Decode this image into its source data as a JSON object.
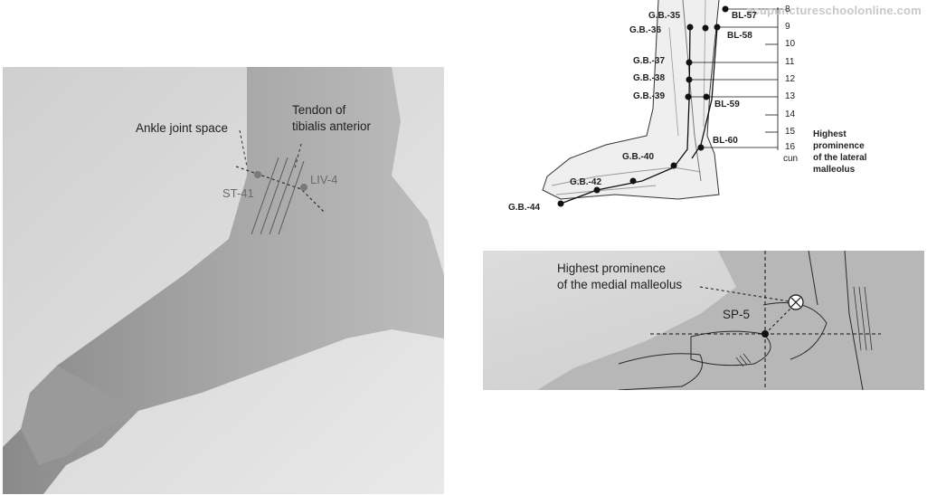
{
  "watermark": "acupunctureschoolonline.com",
  "left_photo": {
    "ankle_joint_label": "Ankle joint space",
    "tendon_label_line1": "Tendon of",
    "tendon_label_line2": "tibialis anterior",
    "point_st41": "ST-41",
    "point_liv4": "LIV-4"
  },
  "top_diagram": {
    "points_left": [
      "G.B.-35",
      "G.B.-36",
      "G.B.-37",
      "G.B.-38",
      "G.B.-39",
      "G.B.-40",
      "G.B.-42",
      "G.B.-44"
    ],
    "points_right": [
      "BL-57",
      "BL-58",
      "BL-59",
      "BL-60"
    ],
    "cun_scale": [
      "8",
      "9",
      "10",
      "11",
      "12",
      "13",
      "14",
      "15",
      "16"
    ],
    "cun_unit": "cun",
    "prominence_label": [
      "Highest",
      "prominence",
      "of the lateral",
      "malleolus"
    ]
  },
  "right_photo": {
    "prominence_line1": "Highest prominence",
    "prominence_line2": "of the medial malleolus",
    "point_sp5": "SP-5"
  }
}
